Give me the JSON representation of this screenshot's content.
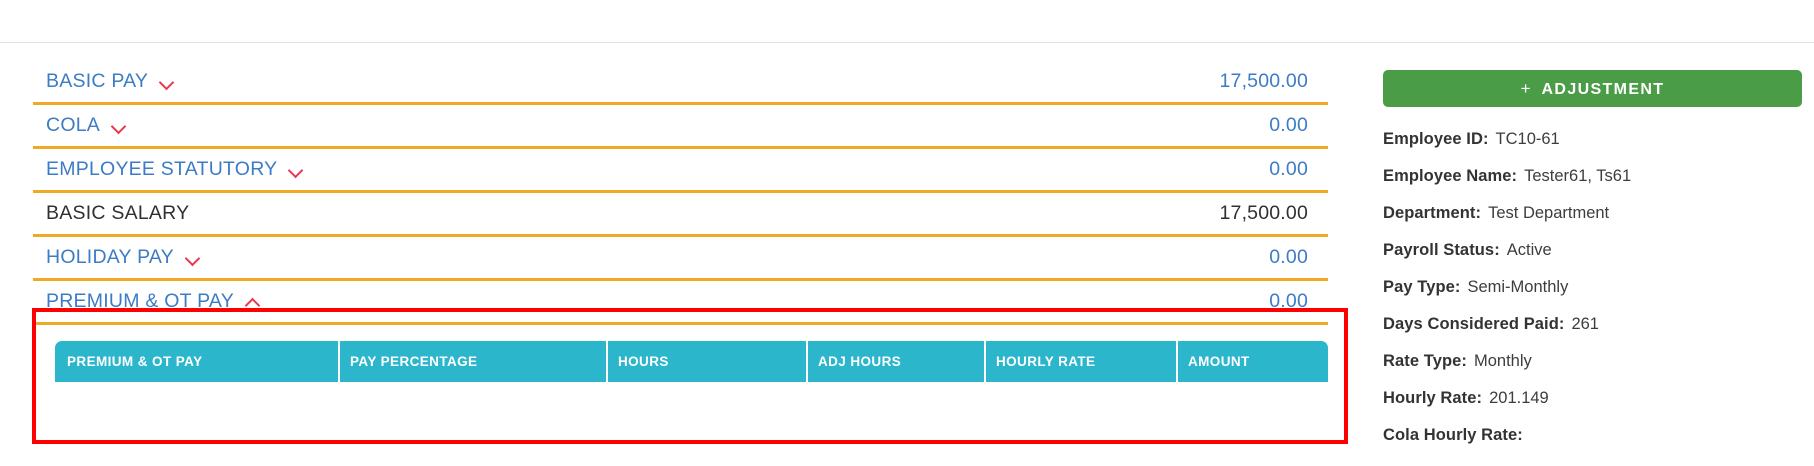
{
  "earnings": {
    "rows": [
      {
        "label": "BASIC PAY",
        "amount": "17,500.00",
        "expandable": true,
        "expanded": false,
        "total": false
      },
      {
        "label": "COLA",
        "amount": "0.00",
        "expandable": true,
        "expanded": false,
        "total": false
      },
      {
        "label": "EMPLOYEE STATUTORY",
        "amount": "0.00",
        "expandable": true,
        "expanded": false,
        "total": false
      },
      {
        "label": "BASIC SALARY",
        "amount": "17,500.00",
        "expandable": false,
        "expanded": false,
        "total": true
      },
      {
        "label": "HOLIDAY PAY",
        "amount": "0.00",
        "expandable": true,
        "expanded": false,
        "total": false
      },
      {
        "label": "PREMIUM & OT PAY",
        "amount": "0.00",
        "expandable": true,
        "expanded": true,
        "total": false
      }
    ]
  },
  "detail_table": {
    "columns": [
      "PREMIUM & OT PAY",
      "PAY PERCENTAGE",
      "HOURS",
      "ADJ HOURS",
      "HOURLY RATE",
      "AMOUNT"
    ],
    "rows": []
  },
  "info_panel": {
    "adjustment_button": {
      "plus": "+",
      "label": "ADJUSTMENT"
    },
    "items": [
      {
        "key": "Employee ID:",
        "value": "TC10-61"
      },
      {
        "key": "Employee Name:",
        "value": "Tester61, Ts61"
      },
      {
        "key": "Department:",
        "value": "Test Department"
      },
      {
        "key": "Payroll Status:",
        "value": "Active"
      },
      {
        "key": "Pay Type:",
        "value": "Semi-Monthly"
      },
      {
        "key": "Days Considered Paid:",
        "value": "261"
      },
      {
        "key": "Rate Type:",
        "value": "Monthly"
      },
      {
        "key": "Hourly Rate:",
        "value": "201.149"
      },
      {
        "key": "Cola Hourly Rate:",
        "value": ""
      }
    ]
  },
  "colors": {
    "label_blue": "#3b7cc4",
    "rule_orange": "#efa922",
    "chevron_red": "#e8384f",
    "highlight_red": "#ff0000",
    "table_header_teal": "#2bb6cc",
    "button_green": "#4a9c47",
    "total_dark": "#303030"
  }
}
